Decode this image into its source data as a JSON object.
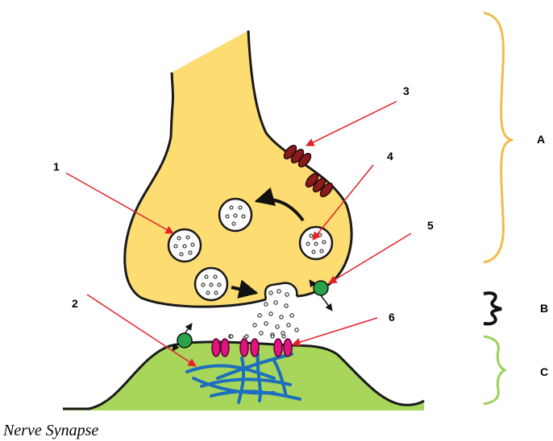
{
  "labels": {
    "n1": "1",
    "n2": "2",
    "n3": "3",
    "n4": "4",
    "n5": "5",
    "n6": "6",
    "a": "A",
    "b": "B",
    "c": "C"
  },
  "caption": "Nerve Synapse",
  "colors": {
    "presynaptic_fill": "#fddc72",
    "postsynaptic_fill": "#a8d65a",
    "outline": "#1a1a1a",
    "vesicle_fill": "#fdfdfd",
    "arrow_red": "#e3222a",
    "channel_dark_red": "#8b1a1a",
    "receptor_magenta": "#e0157f",
    "transporter_green": "#2aa24a",
    "filament_blue": "#1c6fbf",
    "brace_a": "#f1bc4c",
    "brace_b": "#111111",
    "brace_c": "#9ad25a"
  }
}
